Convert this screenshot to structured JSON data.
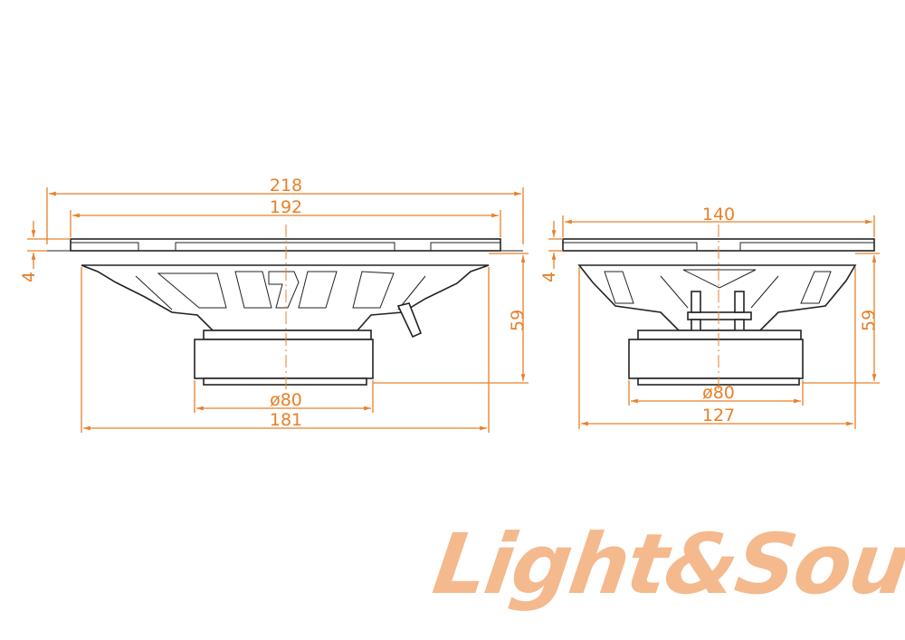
{
  "left_view": {
    "overall_width": "218",
    "mount_width": "192",
    "flange_thickness": "4",
    "depth": "59",
    "magnet_diameter": "ø80",
    "basket_width": "181"
  },
  "right_view": {
    "overall_width": "140",
    "flange_thickness": "4",
    "depth": "59",
    "magnet_diameter": "ø80",
    "basket_width": "127"
  },
  "logo": {
    "text": "Light&Sound",
    "color": "#f4b98c"
  },
  "colors": {
    "dimension": "#e8802a",
    "outline": "#222222"
  }
}
